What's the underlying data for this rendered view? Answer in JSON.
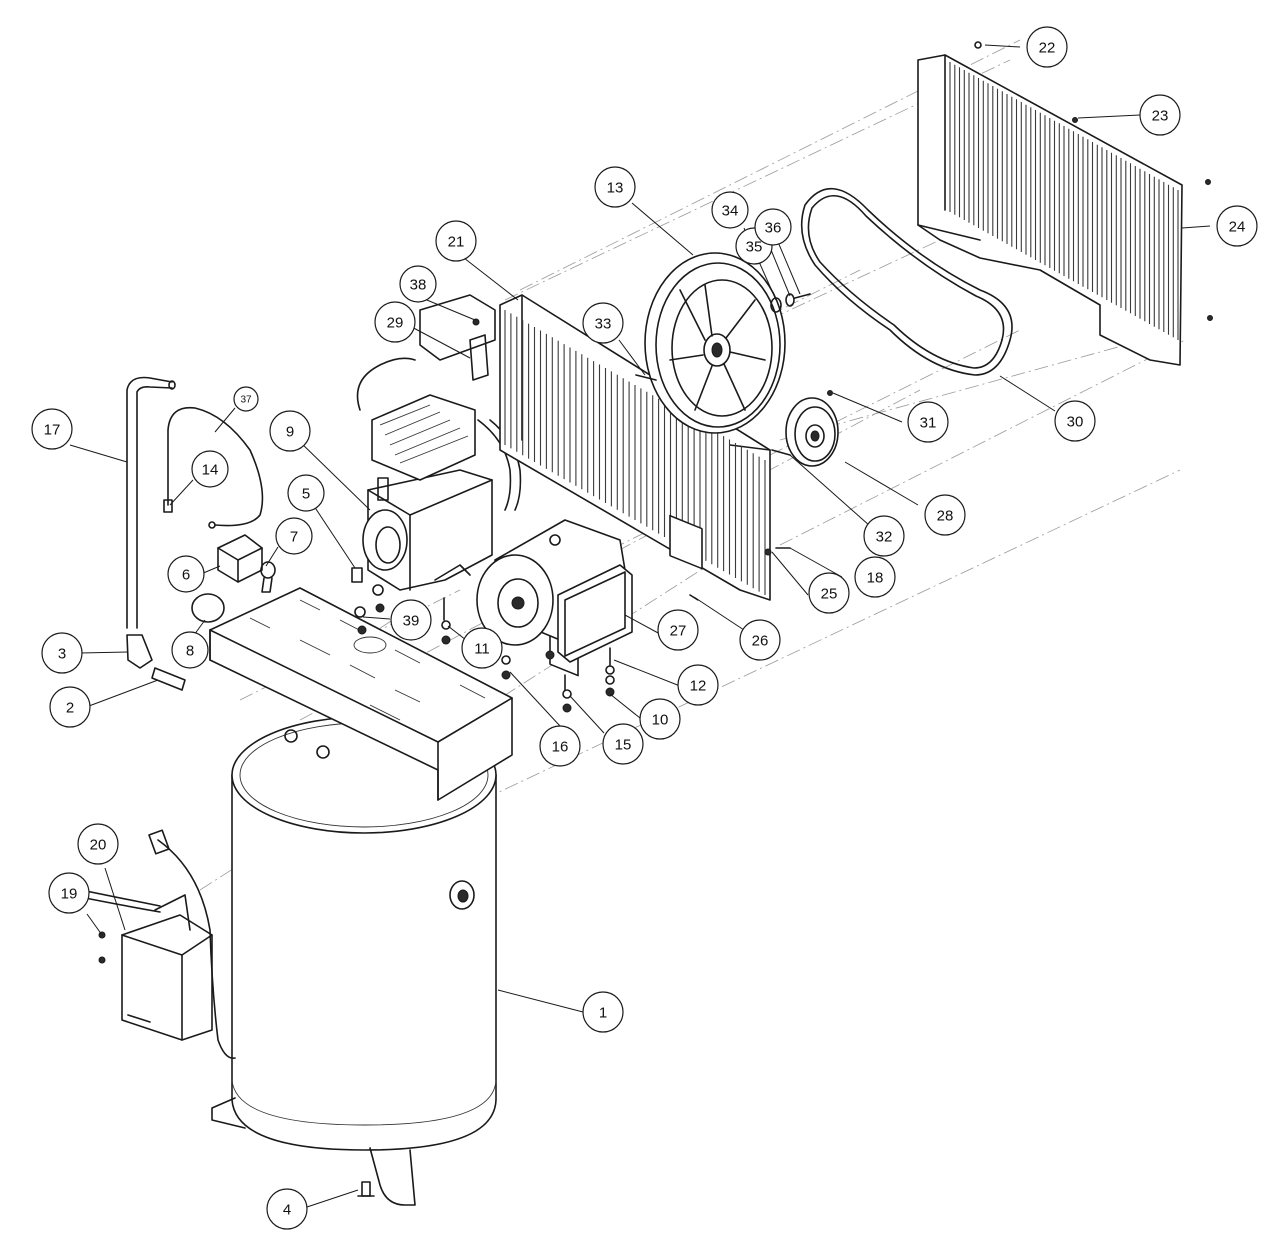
{
  "diagram": {
    "type": "exploded-parts-diagram",
    "colors": {
      "line": "#1a1a1a",
      "guide": "#9a9a9a",
      "background": "#ffffff"
    },
    "callouts": [
      {
        "label": "1",
        "part": "tank"
      },
      {
        "label": "2",
        "part": "nipple"
      },
      {
        "label": "3",
        "part": "elbow-fitting"
      },
      {
        "label": "4",
        "part": "drain-valve"
      },
      {
        "label": "5",
        "part": "fitting"
      },
      {
        "label": "6",
        "part": "pressure-switch"
      },
      {
        "label": "7",
        "part": "safety-valve"
      },
      {
        "label": "8",
        "part": "pressure-gauge"
      },
      {
        "label": "9",
        "part": "pump"
      },
      {
        "label": "10",
        "part": "nut"
      },
      {
        "label": "11",
        "part": "bolt"
      },
      {
        "label": "12",
        "part": "bolt"
      },
      {
        "label": "13",
        "part": "flywheel-pulley"
      },
      {
        "label": "14",
        "part": "connector"
      },
      {
        "label": "15",
        "part": "washer"
      },
      {
        "label": "16",
        "part": "nut"
      },
      {
        "label": "17",
        "part": "discharge-tube"
      },
      {
        "label": "18",
        "part": "screw"
      },
      {
        "label": "19",
        "part": "screw"
      },
      {
        "label": "20",
        "part": "electrical-box"
      },
      {
        "label": "21",
        "part": "rear-belt-guard"
      },
      {
        "label": "22",
        "part": "screw"
      },
      {
        "label": "23",
        "part": "screw"
      },
      {
        "label": "24",
        "part": "front-belt-guard"
      },
      {
        "label": "25",
        "part": "washer"
      },
      {
        "label": "26",
        "part": "screw"
      },
      {
        "label": "27",
        "part": "motor"
      },
      {
        "label": "28",
        "part": "motor-pulley"
      },
      {
        "label": "29",
        "part": "bracket"
      },
      {
        "label": "30",
        "part": "belt"
      },
      {
        "label": "31",
        "part": "set-screw"
      },
      {
        "label": "32",
        "part": "key"
      },
      {
        "label": "33",
        "part": "key"
      },
      {
        "label": "34",
        "part": "washer"
      },
      {
        "label": "35",
        "part": "lock-washer"
      },
      {
        "label": "36",
        "part": "bolt"
      },
      {
        "label": "37",
        "part": "unloader-tube"
      },
      {
        "label": "38",
        "part": "screw"
      },
      {
        "label": "39",
        "part": "nut"
      }
    ]
  }
}
